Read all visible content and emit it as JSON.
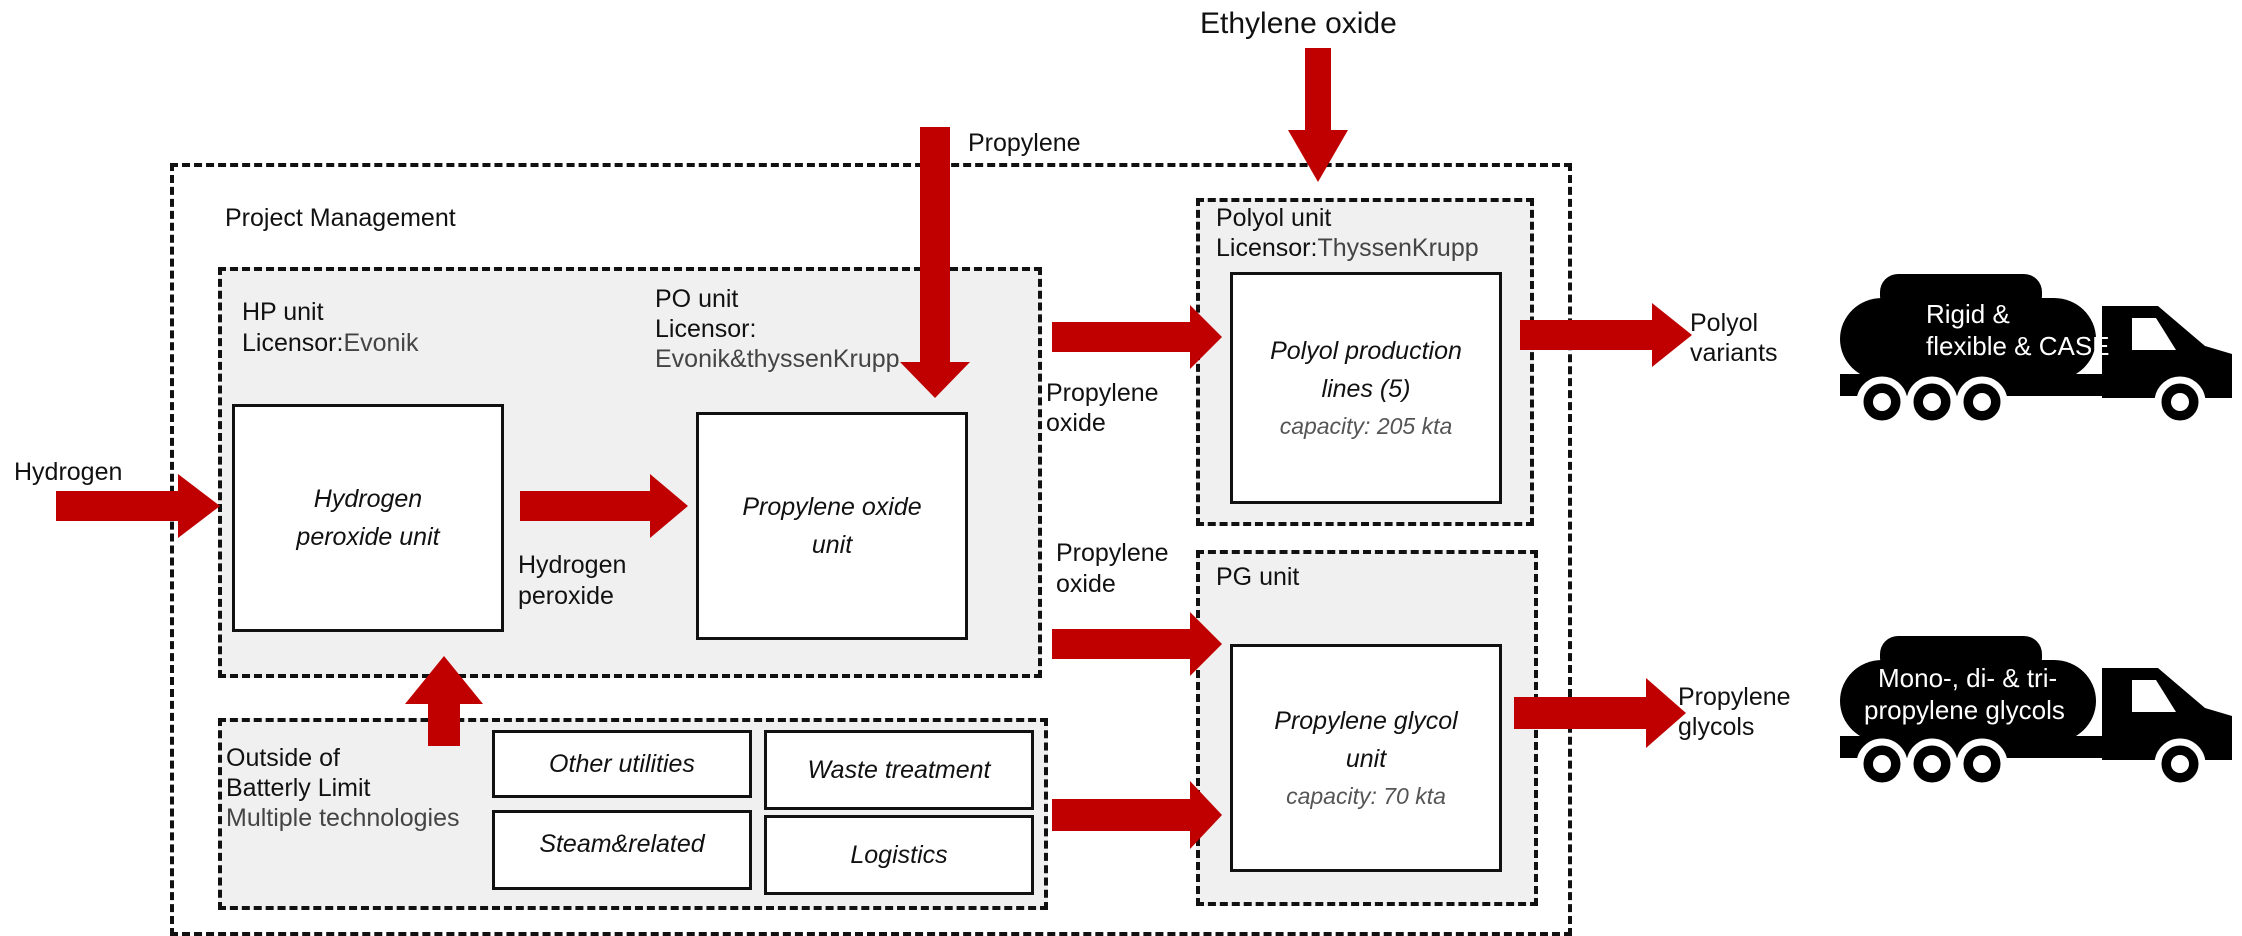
{
  "colors": {
    "arrow": "#c00000",
    "box_fill": "#f0f0f0",
    "line": "#111111"
  },
  "top": {
    "ethylene_oxide": "Ethylene oxide",
    "propylene": "Propylene"
  },
  "project_management": "Project Management",
  "hp_unit": {
    "title": "HP unit",
    "licensor_label": "Licensor:",
    "licensor_value": "Evonik",
    "box_line1": "Hydrogen",
    "box_line2": "peroxide unit"
  },
  "po_unit": {
    "title": "PO unit",
    "licensor_label": "Licensor:",
    "licensor_value": "Evonik&thyssenKrupp",
    "box_line1": "Propylene oxide",
    "box_line2": "unit"
  },
  "polyol_unit": {
    "title": "Polyol unit",
    "licensor_label": "Licensor:",
    "licensor_value": "ThyssenKrupp",
    "box_line1": "Polyol production",
    "box_line2": "lines (5)",
    "capacity": "capacity: 205 kta"
  },
  "pg_unit": {
    "title": "PG unit",
    "box_line1": "Propylene glycol",
    "box_line2": "unit",
    "capacity": "capacity: 70 kta"
  },
  "osbl": {
    "line1": "Outside of",
    "line2": "Batterly Limit",
    "line3": "Multiple technologies",
    "boxes": [
      "Other utilities",
      "Waste treatment",
      "Steam&related",
      "Logistics"
    ]
  },
  "flows": {
    "hydrogen": "Hydrogen",
    "hydrogen_peroxide_1": "Hydrogen",
    "hydrogen_peroxide_2": "peroxide",
    "propylene_oxide_a1": "Propylene",
    "propylene_oxide_a2": "oxide",
    "propylene_oxide_b1": "Propylene",
    "propylene_oxide_b2": "oxide",
    "polyol_1": "Polyol",
    "polyol_2": "variants",
    "pg_1": "Propylene",
    "pg_2": "glycols"
  },
  "trucks": [
    {
      "line1": "Rigid &",
      "line2": "flexible & CASE"
    },
    {
      "line1": "Mono-, di- & tri-",
      "line2": "propylene glycols"
    }
  ]
}
